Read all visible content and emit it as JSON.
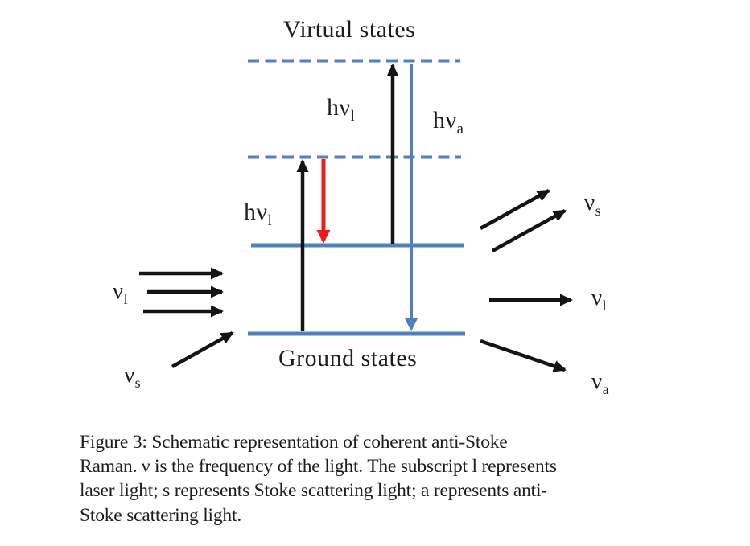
{
  "diagram": {
    "virtual_states_label": "Virtual states",
    "ground_states_label": "Ground states",
    "photon_labels": {
      "hv_l": {
        "base": "hν",
        "sub": "l"
      },
      "hv_a": {
        "base": "hν",
        "sub": "a"
      }
    },
    "beam_labels": {
      "v_l": {
        "base": "ν",
        "sub": "l"
      },
      "v_s": {
        "base": "ν",
        "sub": "s"
      },
      "v_a": {
        "base": "ν",
        "sub": "a"
      }
    }
  },
  "caption": {
    "lines": [
      "Figure 3: Schematic representation of coherent anti-Stoke",
      "Raman. ν is the frequency of the light.  The subscript l represents",
      "laser light;  s represents Stoke scattering light;  a represents anti-",
      "Stoke scattering light."
    ]
  },
  "colors": {
    "level_blue": "#4f81bd",
    "arrow_black": "#141414",
    "arrow_red": "#e81c1c",
    "text_color": "#1d1d1d"
  }
}
